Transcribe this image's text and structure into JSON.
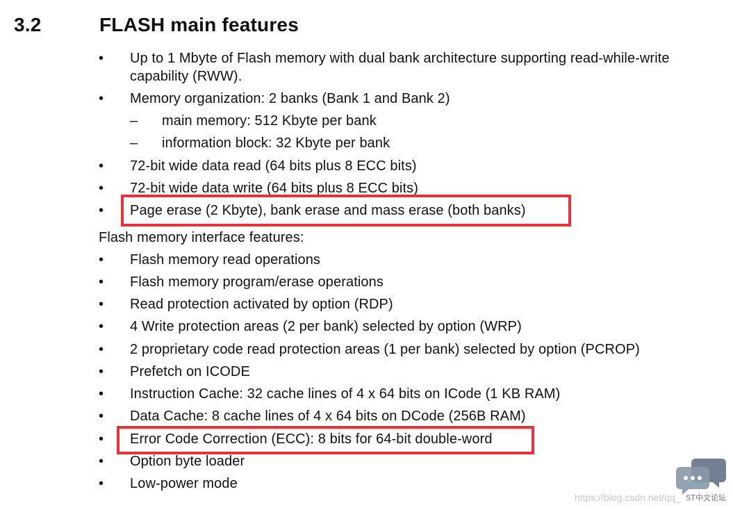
{
  "section": {
    "number": "3.2",
    "title": "FLASH main features"
  },
  "bullet_glyph": "•",
  "dash_glyph": "–",
  "main_features": [
    {
      "line1": "Up to 1 Mbyte of Flash memory with dual bank architecture supporting read-while-write",
      "line2": "capability (RWW)."
    },
    {
      "text": "Memory organization: 2 banks (Bank 1 and Bank 2)"
    },
    {
      "text": "main memory: 512 Kbyte per bank"
    },
    {
      "text": "information block: 32 Kbyte per bank"
    },
    {
      "text": "72-bit wide data read (64 bits plus 8 ECC bits)"
    },
    {
      "text": "72-bit wide data write (64 bits plus 8 ECC bits)"
    },
    {
      "text": "Page erase (2 Kbyte), bank erase and mass erase (both banks)"
    }
  ],
  "interface_heading": "Flash memory interface features:",
  "interface_features": [
    "Flash memory read operations",
    "Flash memory program/erase operations",
    "Read protection activated by option (RDP)",
    "4 Write protection areas (2 per bank) selected by option (WRP)",
    "2 proprietary code read protection areas (1 per bank) selected by option (PCROP)",
    "Prefetch on ICODE",
    "Instruction Cache: 32 cache lines of 4 x 64 bits on ICode (1 KB RAM)",
    "Data Cache: 8 cache lines of 4 x 64 bits on DCode (256B RAM)",
    "Error Code Correction (ECC): 8 bits for 64-bit double-word",
    "Option byte loader",
    "Low-power mode"
  ],
  "highlight_color": "#e8323b",
  "watermark": {
    "url": "https://blog.csdn.net/qq_",
    "brand": "ST中文论坛",
    "icon": "chat-bubbles-icon"
  }
}
